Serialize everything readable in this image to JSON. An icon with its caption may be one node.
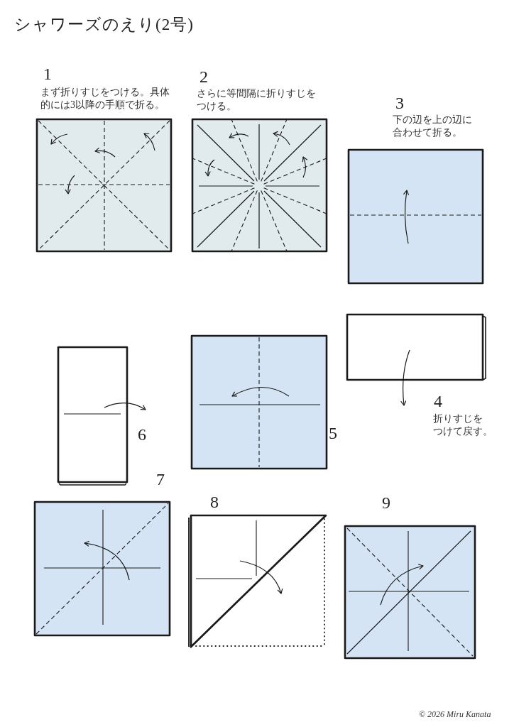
{
  "diagram": {
    "title": "シャワーズのえり(2号)",
    "labels": [
      "1",
      "まず折りすじをつける。具体的には3以降の手順で折る。",
      "2",
      "さらに等間隔に折りすじをつける。",
      "3",
      "下の辺を上の辺に合わせて折る。",
      "4",
      "折りすじをつけて戻す。",
      "6",
      "5",
      "7",
      "8",
      "9",
      "© 2026 Miru Kanata"
    ]
  }
}
